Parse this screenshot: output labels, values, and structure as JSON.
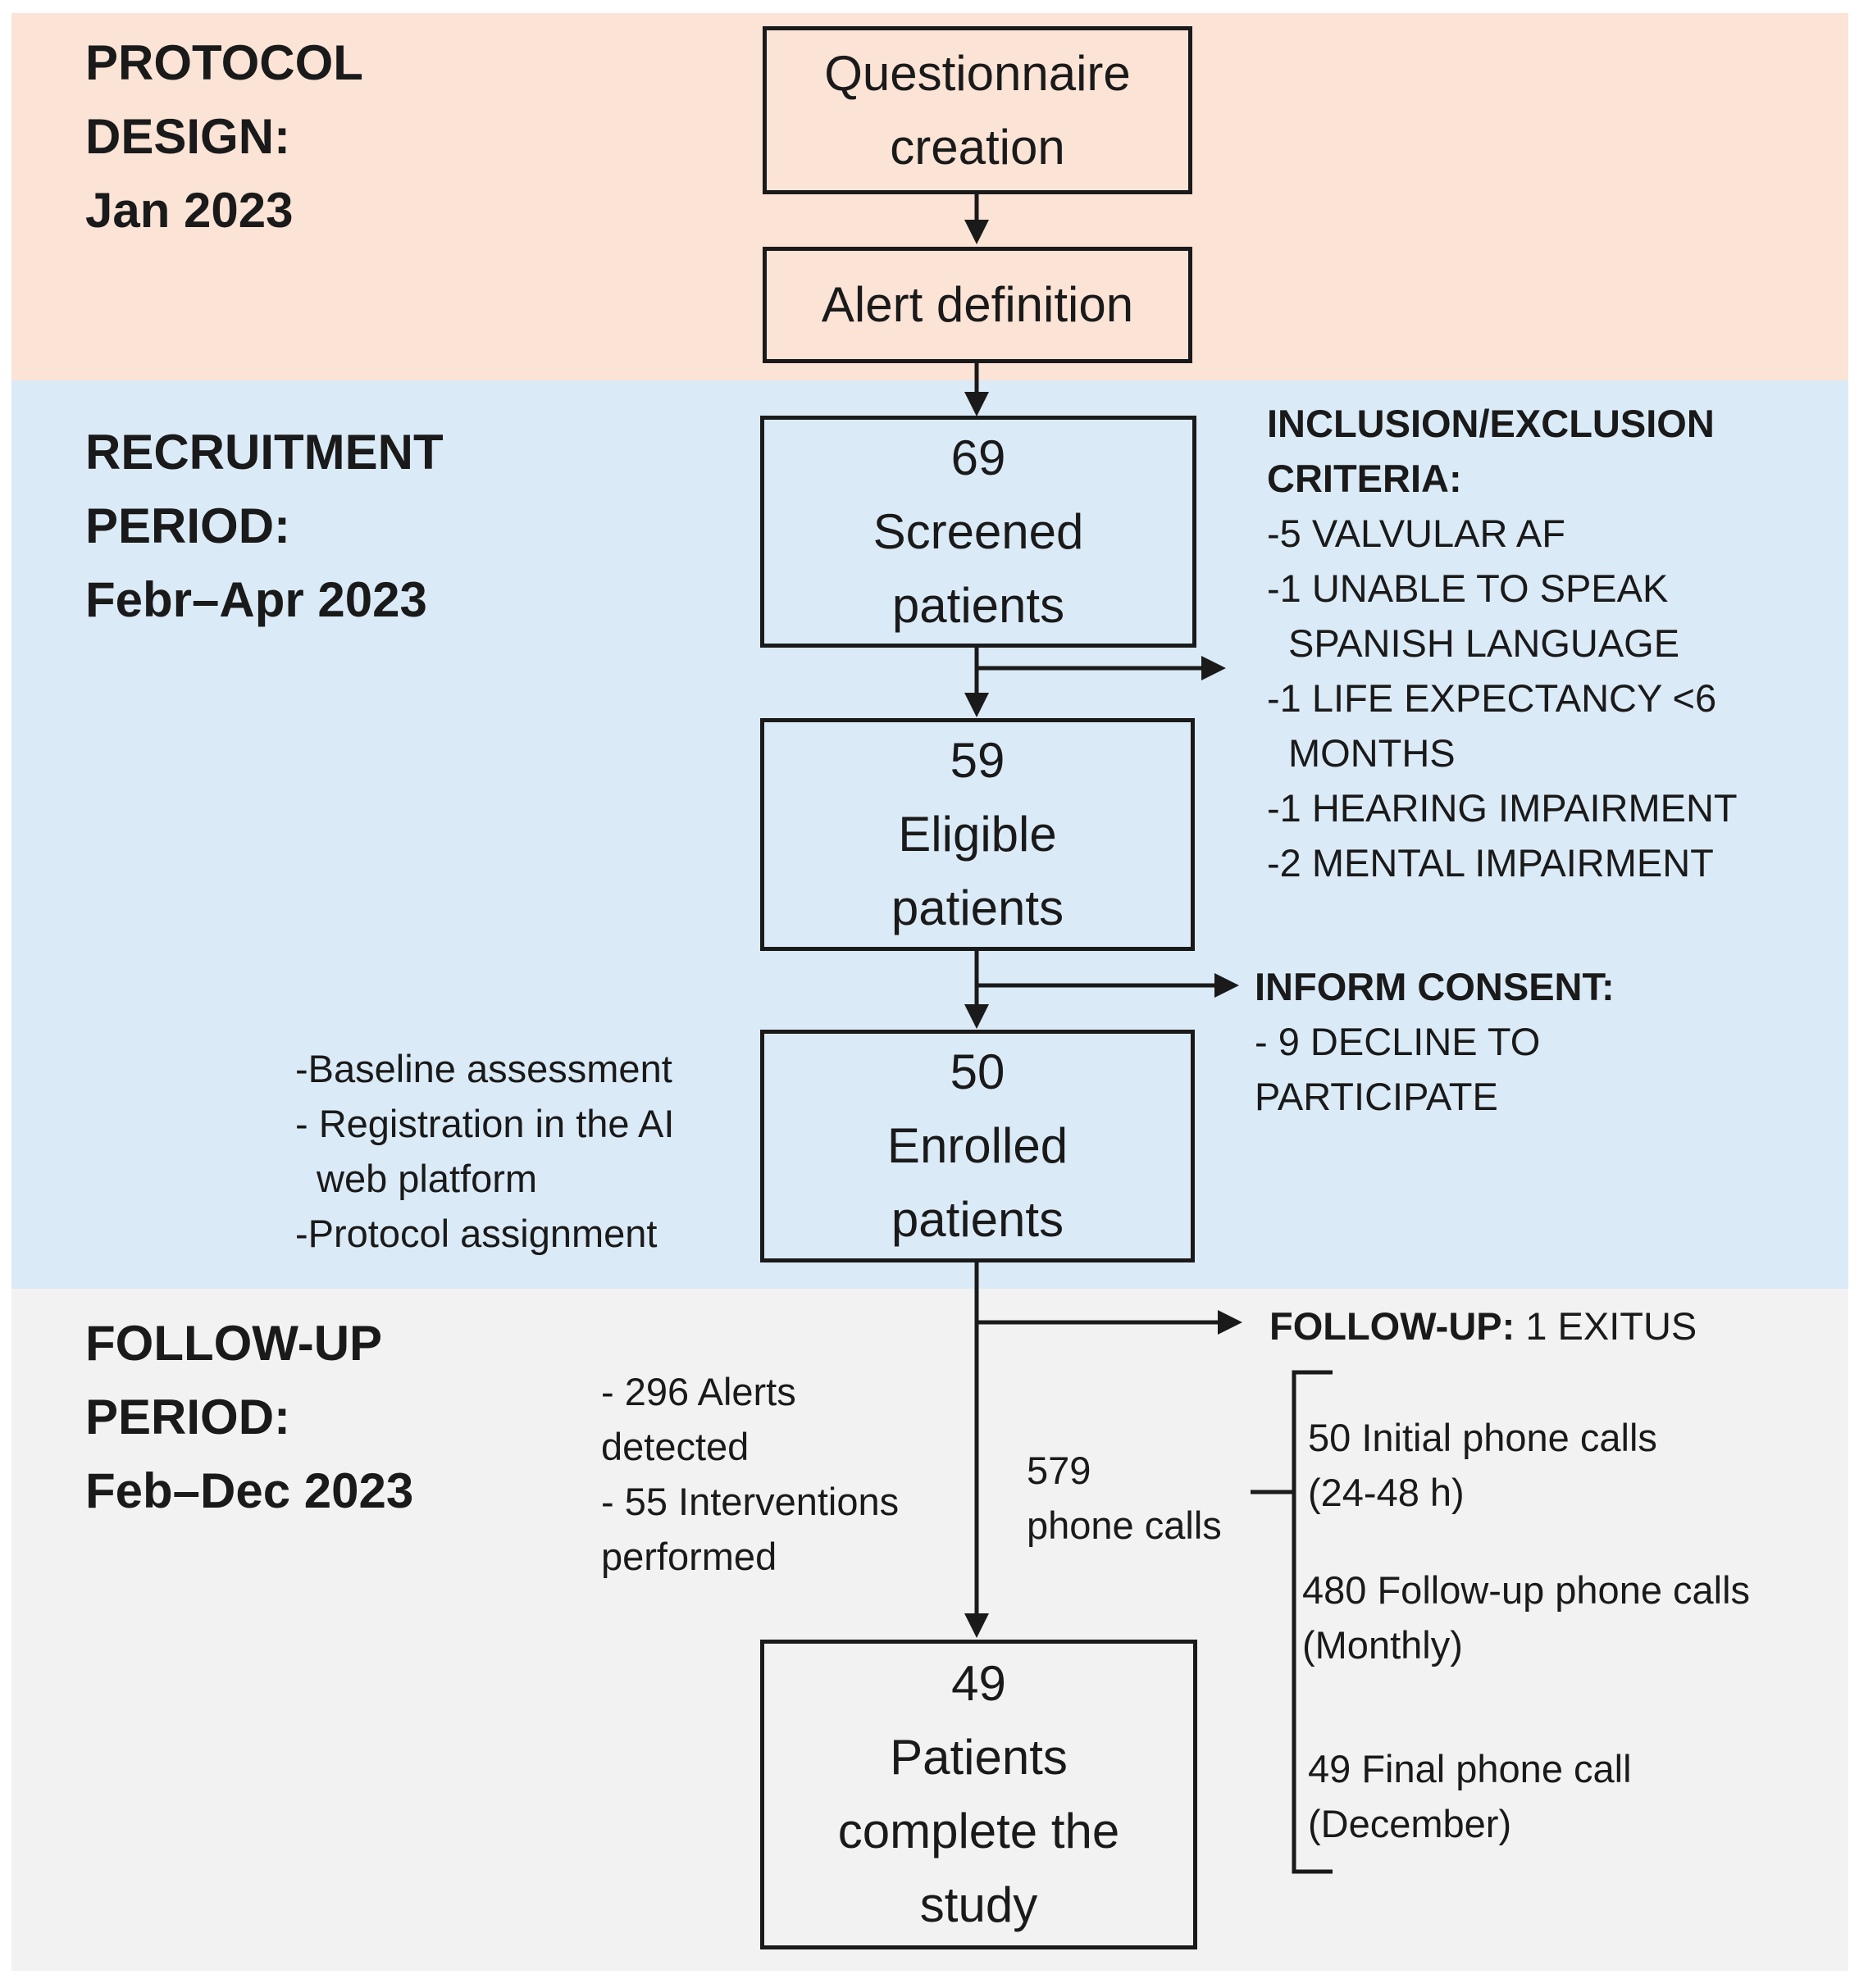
{
  "phases": {
    "protocol": {
      "line1": "PROTOCOL",
      "line2": "DESIGN:",
      "line3": "Jan 2023"
    },
    "recruitment": {
      "line1": "RECRUITMENT",
      "line2": "PERIOD:",
      "line3": "Febr–Apr 2023"
    },
    "followup": {
      "line1": "FOLLOW-UP",
      "line2": "PERIOD:",
      "line3": "Feb–Dec 2023"
    }
  },
  "boxes": {
    "questionnaire": {
      "line1": "Questionnaire",
      "line2": "creation"
    },
    "alert": {
      "line1": "Alert definition"
    },
    "screened": {
      "count": "69",
      "line1": "Screened",
      "line2": "patients"
    },
    "eligible": {
      "count": "59",
      "line1": "Eligible",
      "line2": "patients"
    },
    "enrolled": {
      "count": "50",
      "line1": "Enrolled",
      "line2": "patients"
    },
    "complete": {
      "count": "49",
      "line1": "Patients",
      "line2": "complete the",
      "line3": "study"
    }
  },
  "inclusion": {
    "title1": "INCLUSION/EXCLUSION",
    "title2": "CRITERIA:",
    "items": [
      "-5 VALVULAR AF",
      "-1 UNABLE TO SPEAK",
      "SPANISH LANGUAGE",
      "-1 LIFE EXPECTANCY <6",
      "MONTHS",
      "-1 HEARING IMPAIRMENT",
      "-2 MENTAL IMPAIRMENT"
    ]
  },
  "consent": {
    "title": "INFORM CONSENT:",
    "line1": "- 9 DECLINE TO",
    "line2": "PARTICIPATE"
  },
  "enroll_steps": {
    "line1": "-Baseline assessment",
    "line2": "- Registration in the AI",
    "line3": "web platform",
    "line4": "-Protocol assignment"
  },
  "followup_exit": {
    "label": "FOLLOW-UP:",
    "value": "1 EXITUS"
  },
  "alerts": {
    "line1": "- 296 Alerts",
    "line2": "detected",
    "line3": "- 55 Interventions",
    "line4": "performed"
  },
  "phone_calls": {
    "line1": "579",
    "line2": "phone calls"
  },
  "calls": {
    "initial1": "50 Initial phone calls",
    "initial2": "(24-48 h)",
    "monthly1": "480 Follow-up phone calls",
    "monthly2": "(Monthly)",
    "final1": "49 Final phone call",
    "final2": "(December)"
  }
}
